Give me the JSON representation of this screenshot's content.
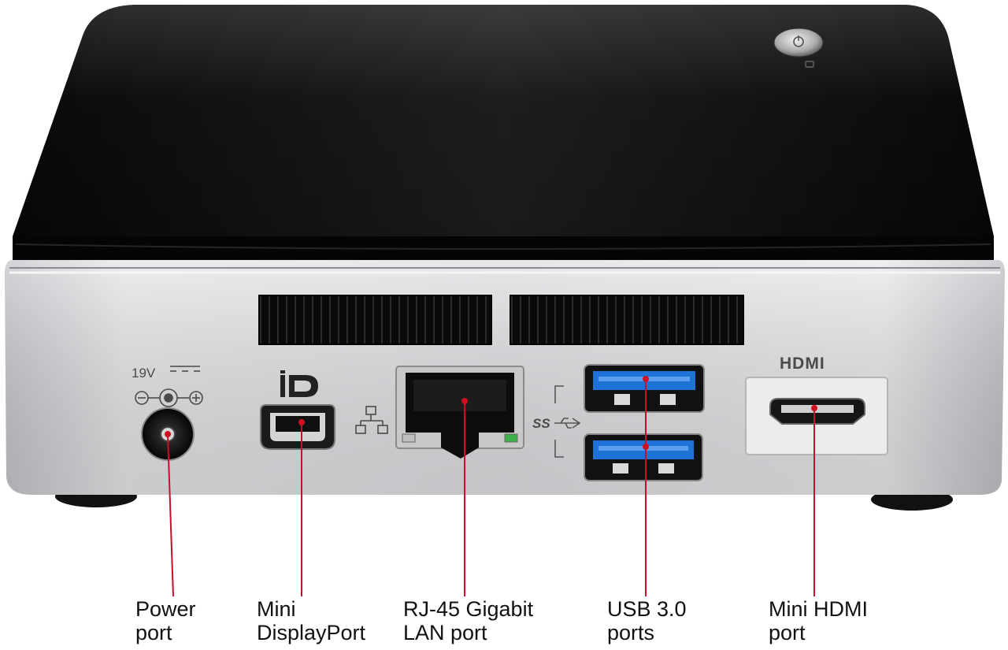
{
  "device": {
    "power_rating": "19V",
    "dp_logo": "DP",
    "usb_logo": "SS",
    "hdmi_logo": "HDMI"
  },
  "callouts": [
    {
      "id": "power",
      "line1": "Power",
      "line2": "port"
    },
    {
      "id": "mini-displayport",
      "line1": "Mini",
      "line2": "DisplayPort"
    },
    {
      "id": "rj45",
      "line1": "RJ-45 Gigabit",
      "line2": "LAN port"
    },
    {
      "id": "usb3",
      "line1": "USB 3.0",
      "line2": "ports"
    },
    {
      "id": "mini-hdmi",
      "line1": "Mini HDMI",
      "line2": "port"
    }
  ],
  "colors": {
    "callout_line": "#c8102e",
    "callout_dot": "#d01020",
    "usb_blue": "#1e73d6",
    "lid": "#0c0c0c",
    "chassis": "#d9dbde"
  }
}
